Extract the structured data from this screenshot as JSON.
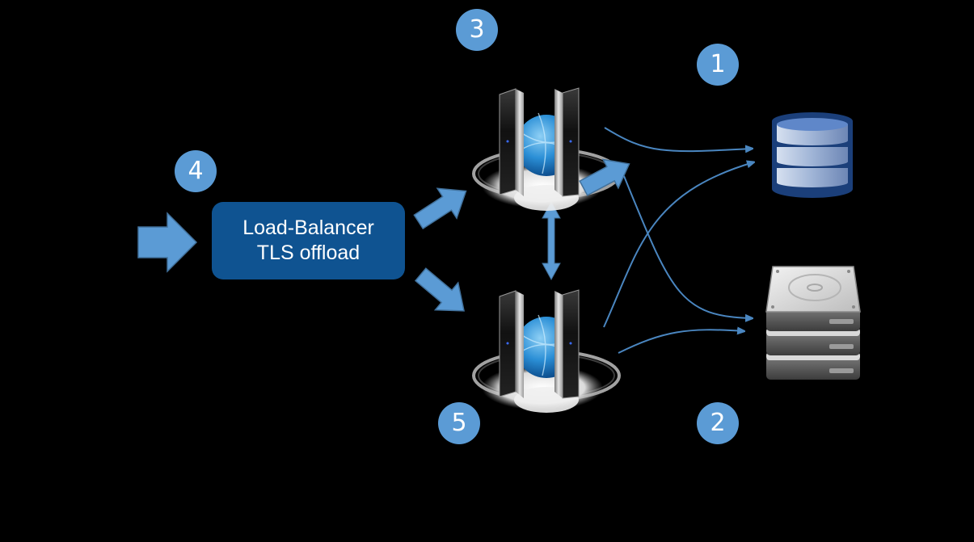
{
  "diagram": {
    "load_balancer": {
      "line1": "Load-Balancer",
      "line2": "TLS offload"
    },
    "badges": [
      {
        "id": "badge-1",
        "label": "1"
      },
      {
        "id": "badge-2",
        "label": "2"
      },
      {
        "id": "badge-3",
        "label": "3"
      },
      {
        "id": "badge-4",
        "label": "4"
      },
      {
        "id": "badge-5",
        "label": "5"
      }
    ],
    "nodes": {
      "web_server_top": "web-server-cluster-icon",
      "web_server_bottom": "web-server-cluster-icon",
      "database": "database-icon",
      "storage": "hard-drive-stack-icon"
    },
    "colors": {
      "background": "#000000",
      "badge": "#5b9bd5",
      "arrow_fill": "#5b9bd5",
      "arrow_stroke": "#41719c",
      "connector": "#4a86c0",
      "lb_box": "#0f5391",
      "text": "#ffffff"
    }
  }
}
